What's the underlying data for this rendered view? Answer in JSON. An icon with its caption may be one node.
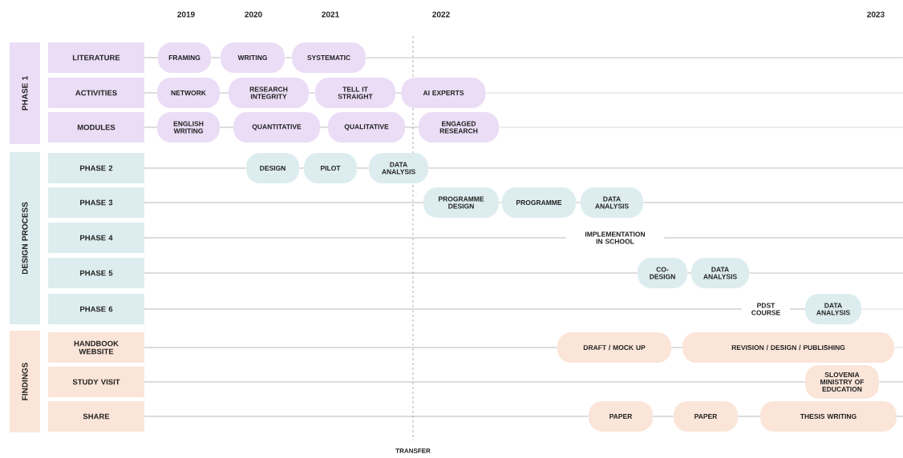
{
  "diagram": {
    "nodes": [
      {
        "text": [
          "PHASE 1"
        ]
      },
      {
        "text": [
          "LITERATURE"
        ]
      },
      {
        "text": [
          "FRAMING"
        ]
      },
      {
        "text": [
          "WRITING"
        ]
      },
      {
        "text": [
          "SYSTEMATIC"
        ]
      },
      {
        "text": [
          "ACTIVITIES"
        ]
      },
      {
        "text": [
          "NETWORK"
        ]
      },
      {
        "text": [
          "RESEARCH INTEGRITY"
        ]
      },
      {
        "text": [
          "TELL IT STRAIGHT"
        ]
      },
      {
        "text": [
          "AI EXPERTS"
        ]
      },
      {
        "text": [
          "MODULES"
        ]
      },
      {
        "text": [
          "ENGLISH WRITING"
        ]
      },
      {
        "text": [
          "QUANTITATIVE"
        ]
      },
      {
        "text": [
          "QUALITATIVE"
        ]
      },
      {
        "text": [
          "ENGAGED RESEARCH"
        ]
      },
      {
        "text": [
          "DESIGN PROCESS"
        ]
      },
      {
        "text": [
          "PHASE 2"
        ]
      },
      {
        "text": [
          "DESIGN"
        ]
      },
      {
        "text": [
          "PILOT"
        ]
      },
      {
        "text": [
          "DATA ANALYSIS"
        ]
      },
      {
        "text": [
          "PHASE 3"
        ]
      },
      {
        "text": [
          "PROGRAMME DESIGN"
        ]
      },
      {
        "text": [
          "PROGRAMME"
        ]
      },
      {
        "text": [
          "DATA ANALYSIS"
        ]
      },
      {
        "text": [
          "PHASE 4"
        ]
      },
      {
        "text": [
          "IMPLEMENTATION IN SCHOOL"
        ]
      },
      {
        "text": [
          "PHASE 5"
        ]
      },
      {
        "text": [
          "CO-DESIGN"
        ]
      },
      {
        "text": [
          "DATA ANALYSIS"
        ]
      },
      {
        "text": [
          "PHASE 6"
        ]
      },
      {
        "text": [
          "PDST COURSE"
        ]
      },
      {
        "text": [
          "DATA ANALYSIS"
        ]
      },
      {
        "text": [
          "FINDINGS"
        ]
      },
      {
        "text": [
          "HANDBOOK WEBSITE"
        ]
      },
      {
        "text": [
          "DRAFT / MOCK UP"
        ]
      },
      {
        "text": [
          "REVISION / DESIGN / PUBLISHING"
        ]
      },
      {
        "text": [
          "STUDY VISIT"
        ]
      },
      {
        "text": [
          "SLOVENIA MINISTRY OF EDUCATION"
        ]
      },
      {
        "text": [
          "SHARE"
        ]
      },
      {
        "text": [
          "PAPER"
        ]
      },
      {
        "text": [
          "PAPER"
        ]
      },
      {
        "text": [
          "THESIS WRITING"
        ]
      }
    ],
    "edges": [
      {
        "from": 1,
        "to": 2,
        "arrow": "none"
      },
      {
        "from": 2,
        "to": 3,
        "arrow": "none"
      },
      {
        "from": 3,
        "to": 4,
        "arrow": "none"
      },
      {
        "from": 4,
        "to": null,
        "arrow": "none"
      },
      {
        "from": 5,
        "to": 6,
        "arrow": "none"
      },
      {
        "from": 6,
        "to": 7,
        "arrow": "none"
      },
      {
        "from": 7,
        "to": 8,
        "arrow": "none"
      },
      {
        "from": 8,
        "to": 9,
        "arrow": "none"
      },
      {
        "from": 9,
        "to": null,
        "arrow": "none"
      },
      {
        "from": 10,
        "to": 11,
        "arrow": "none"
      },
      {
        "from": 11,
        "to": 12,
        "arrow": "none"
      },
      {
        "from": 12,
        "to": 13,
        "arrow": "none"
      },
      {
        "from": 13,
        "to": 14,
        "arrow": "none"
      },
      {
        "from": 14,
        "to": null,
        "arrow": "none"
      },
      {
        "from": 16,
        "to": 17,
        "arrow": "none"
      },
      {
        "from": 17,
        "to": 18,
        "arrow": "none"
      },
      {
        "from": 18,
        "to": 19,
        "arrow": "none"
      },
      {
        "from": 19,
        "to": null,
        "arrow": "none"
      },
      {
        "from": 20,
        "to": 21,
        "arrow": "none"
      },
      {
        "from": 21,
        "to": 22,
        "arrow": "none"
      },
      {
        "from": 22,
        "to": 23,
        "arrow": "none"
      },
      {
        "from": 23,
        "to": null,
        "arrow": "none"
      },
      {
        "from": 24,
        "to": 25,
        "arrow": "none"
      },
      {
        "from": 25,
        "to": null,
        "arrow": "none"
      },
      {
        "from": 26,
        "to": 27,
        "arrow": "none"
      },
      {
        "from": 27,
        "to": 28,
        "arrow": "none"
      },
      {
        "from": 28,
        "to": null,
        "arrow": "none"
      },
      {
        "from": 29,
        "to": 30,
        "arrow": "none"
      },
      {
        "from": 30,
        "to": 31,
        "arrow": "none"
      },
      {
        "from": 31,
        "to": null,
        "arrow": "none"
      },
      {
        "from": 33,
        "to": 34,
        "arrow": "none"
      },
      {
        "from": 34,
        "to": 35,
        "arrow": "none"
      },
      {
        "from": 35,
        "to": null,
        "arrow": "none"
      },
      {
        "from": 36,
        "to": 37,
        "arrow": "none"
      },
      {
        "from": 37,
        "to": null,
        "arrow": "none"
      },
      {
        "from": 38,
        "to": 39,
        "arrow": "none"
      },
      {
        "from": 39,
        "to": 40,
        "arrow": "none"
      },
      {
        "from": 40,
        "to": 41,
        "arrow": "none"
      },
      {
        "from": 41,
        "to": null,
        "arrow": "none"
      }
    ],
    "labels": [
      "2019",
      "2020",
      "2021",
      "2022",
      "2023",
      "TRANSFER"
    ]
  }
}
